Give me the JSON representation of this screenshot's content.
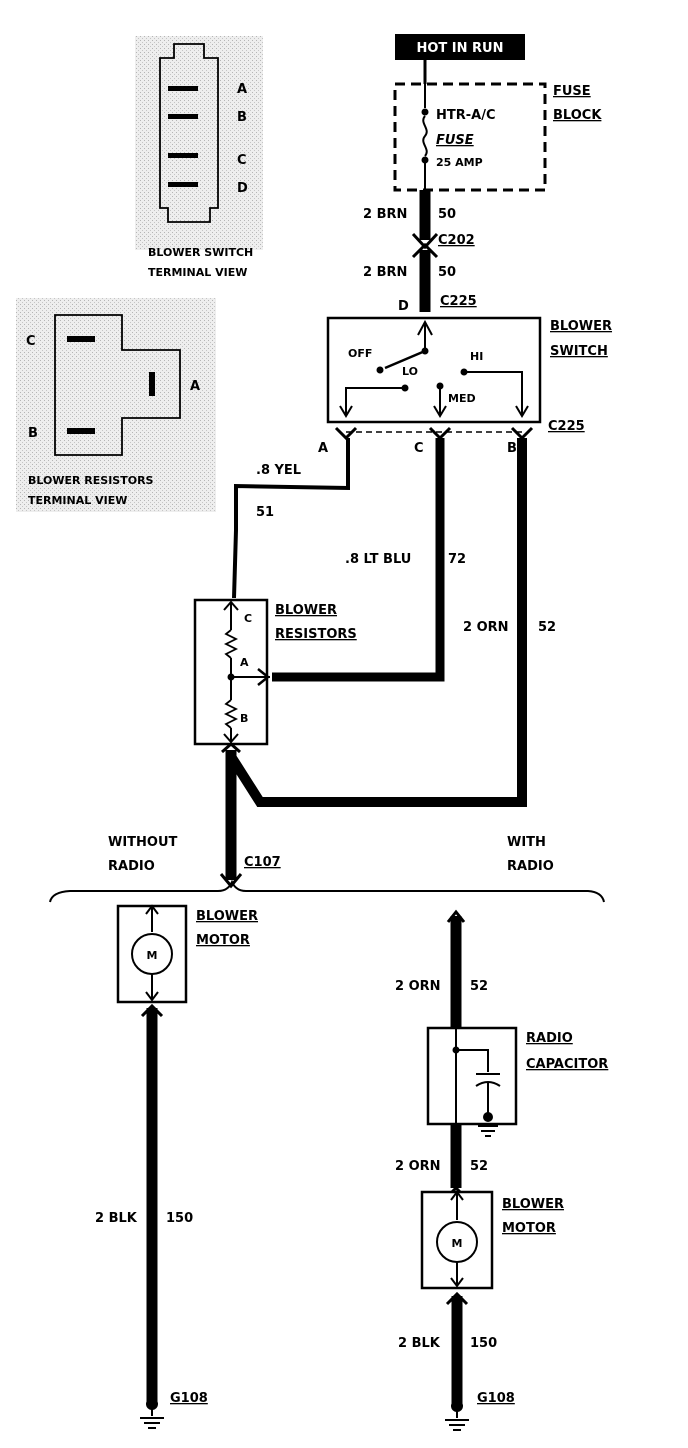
{
  "header": {
    "hot_in_run": "HOT IN RUN"
  },
  "fuse_block": {
    "line1": "FUSE",
    "line2": "BLOCK",
    "fuse_name": "HTR-A/C",
    "fuse_label": "FUSE",
    "fuse_rating": "25 AMP"
  },
  "wires": {
    "brn_top_gauge": "2 BRN",
    "brn_top_circuit": "50",
    "brn_bottom_gauge": "2 BRN",
    "brn_bottom_circuit": "50",
    "yel_gauge": ".8 YEL",
    "yel_circuit": "51",
    "ltblu_gauge": ".8 LT BLU",
    "ltblu_circuit": "72",
    "orn_main_gauge": "2 ORN",
    "orn_main_circuit": "52",
    "blk_left_gauge": "2 BLK",
    "blk_left_circuit": "150",
    "orn_radio_top_gauge": "2 ORN",
    "orn_radio_top_circuit": "52",
    "orn_radio_mid_gauge": "2 ORN",
    "orn_radio_mid_circuit": "52",
    "blk_right_gauge": "2 BLK",
    "blk_right_circuit": "150"
  },
  "connectors": {
    "c202": "C202",
    "c225_top": "C225",
    "c225_bottom": "C225",
    "c107": "C107",
    "pin_d": "D",
    "pin_a": "A",
    "pin_c": "C",
    "pin_b": "B"
  },
  "blower_switch": {
    "line1": "BLOWER",
    "line2": "SWITCH",
    "off": "OFF",
    "lo": "LO",
    "med": "MED",
    "hi": "HI"
  },
  "blower_resistors": {
    "line1": "BLOWER",
    "line2": "RESISTORS",
    "pin_c": "C",
    "pin_a": "A",
    "pin_b": "B"
  },
  "variants": {
    "without_line1": "WITHOUT",
    "without_line2": "RADIO",
    "with_line1": "WITH",
    "with_line2": "RADIO"
  },
  "blower_motor": {
    "line1": "BLOWER",
    "line2": "MOTOR",
    "symbol": "M"
  },
  "radio_capacitor": {
    "line1": "RADIO",
    "line2": "CAPACITOR"
  },
  "grounds": {
    "left": "G108",
    "right": "G108"
  },
  "switch_terminal_view": {
    "line1": "BLOWER SWITCH",
    "line2": "TERMINAL VIEW",
    "pins": [
      "A",
      "B",
      "C",
      "D"
    ]
  },
  "resistor_terminal_view": {
    "line1": "BLOWER RESISTORS",
    "line2": "TERMINAL VIEW",
    "pin_c": "C",
    "pin_a": "A",
    "pin_b": "B"
  }
}
